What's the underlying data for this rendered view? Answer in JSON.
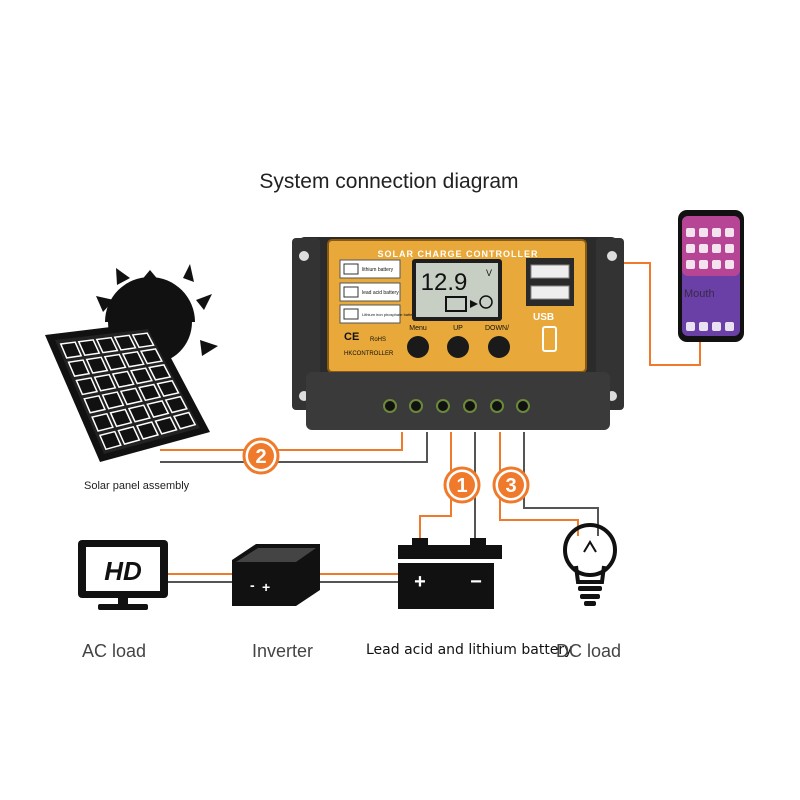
{
  "title": "System connection diagram",
  "controller": {
    "header": "SOLAR CHARGE CONTROLLER",
    "display_value": "12.9",
    "display_unit": "V",
    "battery_types": [
      "lithium battery",
      "lead acid battery",
      "Lithium iron phosphate battery"
    ],
    "buttons": [
      "Menu",
      "UP",
      "DOWN/"
    ],
    "usb_label": "USB",
    "brand": "HKCONTROLLER",
    "ce": "CE",
    "rohs": "RoHS"
  },
  "phone": {
    "text": "Mouth"
  },
  "numbers": [
    "1",
    "2",
    "3"
  ],
  "labels": {
    "solar": "Solar panel assembly",
    "ac_load": "AC load",
    "inverter": "Inverter",
    "battery": "Lead acid and lithium battery",
    "dc_load": "DC load"
  },
  "colors": {
    "accent": "#f07a2c",
    "controller_face": "#e8a93a",
    "body": "#3a3a3a"
  }
}
